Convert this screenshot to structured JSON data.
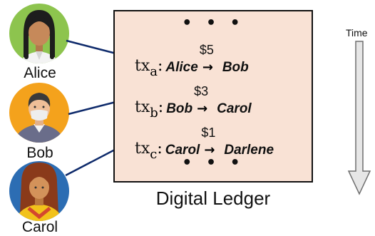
{
  "people": [
    {
      "name": "Alice",
      "color": "#8dc44e"
    },
    {
      "name": "Bob",
      "color": "#f4a21c"
    },
    {
      "name": "Carol",
      "color": "#2c6db3"
    }
  ],
  "ledger": {
    "caption": "Digital Ledger",
    "background": "#f9e2d5",
    "top_dots": "• • •",
    "bottom_dots": "• • •",
    "transactions": [
      {
        "sym": "tx",
        "sub": "a",
        "colon": ":",
        "from": "Alice",
        "amount": "$5",
        "arrow": "→",
        "to": "Bob"
      },
      {
        "sym": "tx",
        "sub": "b",
        "colon": ":",
        "from": "Bob",
        "amount": "$3",
        "arrow": "→",
        "to": "Carol"
      },
      {
        "sym": "tx",
        "sub": "c",
        "colon": ":",
        "from": "Carol",
        "amount": "$1",
        "arrow": "→",
        "to": "Darlene"
      }
    ]
  },
  "time_axis": {
    "label": "Time"
  },
  "arrow_color": "#0e2a6b"
}
